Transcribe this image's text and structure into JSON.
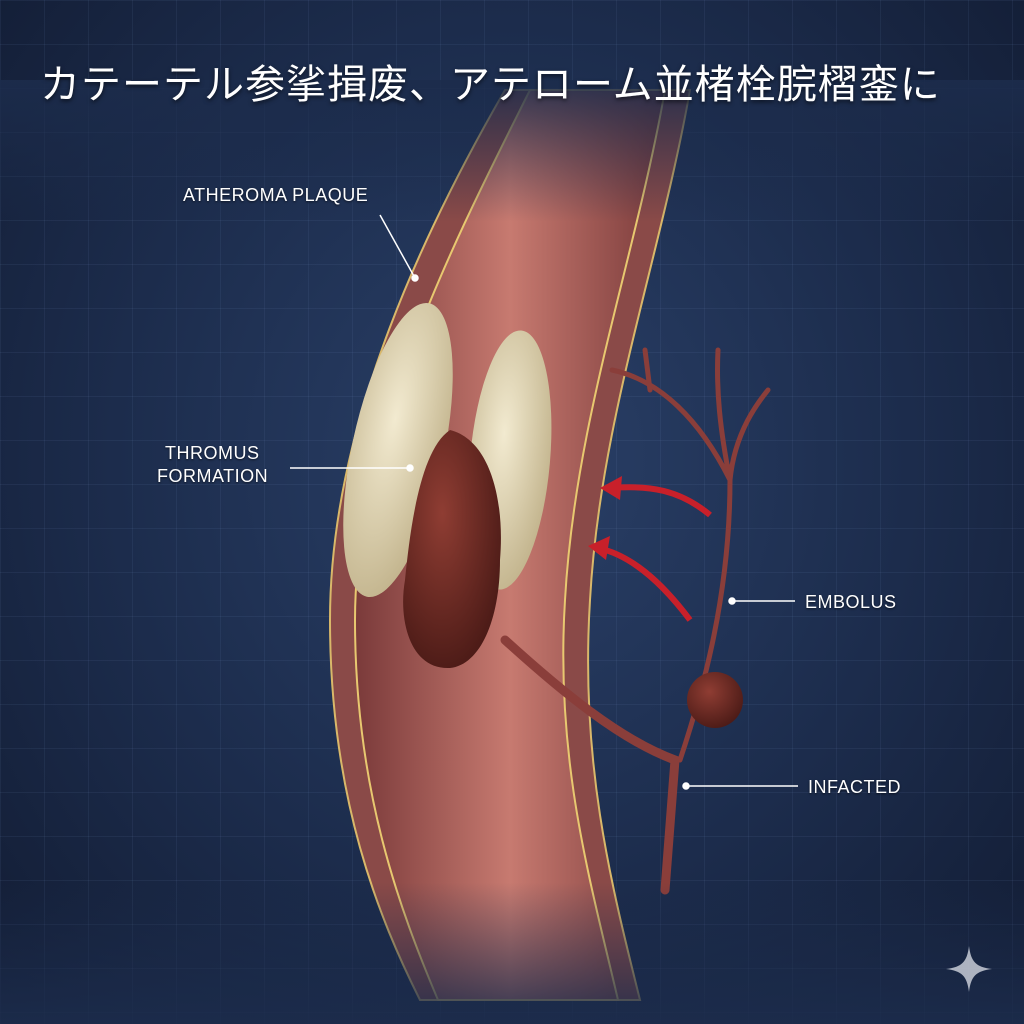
{
  "title": "カテーテル参挲揖废、アテローム並楮栓脘槢銮に",
  "labels": {
    "atheroma_plaque": "ATHEROMA PLAQUE",
    "thrombus_line1": "THROMUS",
    "thrombus_line2": "FORMATION",
    "embolus": "EMBOLUS",
    "infarcted": "INFACTED"
  },
  "icons": {
    "watermark": "sparkle-icon",
    "flow": "red-arrow-icon"
  },
  "colors": {
    "background": "#1c2c4c",
    "artery": "#a85a55",
    "plaque": "#e6dcb4",
    "thrombus": "#6e2a24",
    "arrow": "#c8202a"
  }
}
